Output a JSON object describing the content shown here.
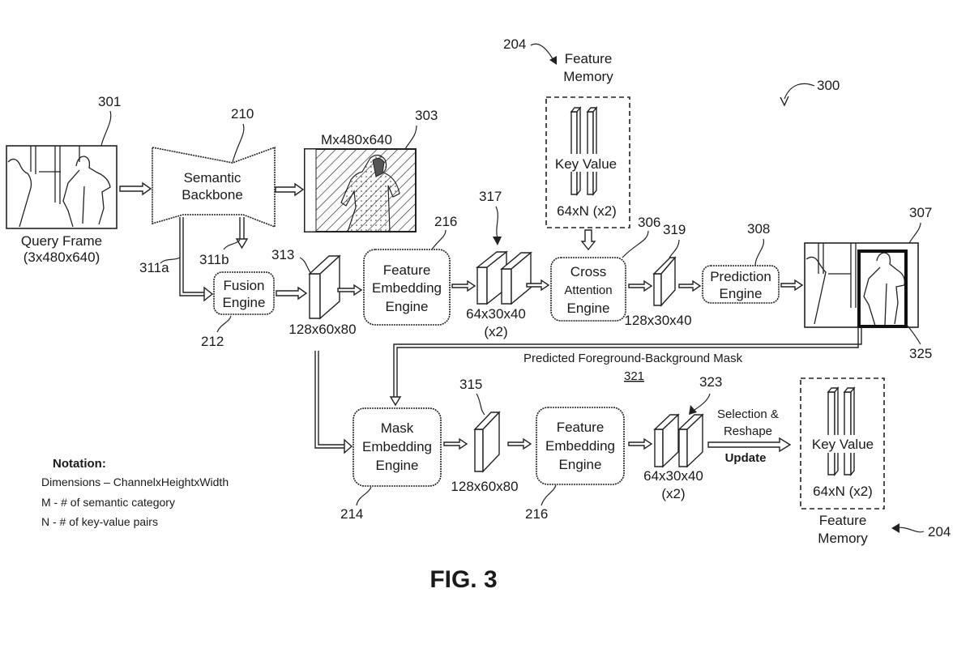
{
  "figure": {
    "title": "FIG. 3",
    "system_ref": "300"
  },
  "query_frame": {
    "ref": "301",
    "label": "Query Frame",
    "dims": "(3x480x640)"
  },
  "semantic_backbone": {
    "ref": "210",
    "line1": "Semantic",
    "line2": "Backbone"
  },
  "semantic_map": {
    "ref": "303",
    "dims": "Mx480x640"
  },
  "fusion_engine": {
    "ref": "212",
    "line1": "Fusion",
    "line2": "Engine",
    "input_a_ref": "311a",
    "input_b_ref": "311b"
  },
  "fused_feature": {
    "ref": "313",
    "dims": "128x60x80"
  },
  "feature_embedding_top": {
    "ref": "216",
    "line1": "Feature",
    "line2": "Embedding",
    "line3": "Engine"
  },
  "query_key_value": {
    "ref": "317",
    "dims": "64x30x40",
    "count": "(x2)"
  },
  "feature_memory_top": {
    "ref": "204",
    "title1": "Feature",
    "title2": "Memory",
    "kv_label": "Key Value",
    "dims": "64xN (x2)"
  },
  "cross_attention": {
    "ref": "306",
    "line1": "Cross",
    "line2": "Attention",
    "line3": "Engine"
  },
  "attended_feature": {
    "ref": "319",
    "dims": "128x30x40"
  },
  "prediction_engine": {
    "ref": "308",
    "line1": "Prediction",
    "line2": "Engine"
  },
  "output_frame": {
    "ref": "307",
    "box_ref": "325"
  },
  "predicted_mask": {
    "label": "Predicted Foreground-Background Mask",
    "ref": "321"
  },
  "mask_embedding": {
    "ref": "214",
    "line1": "Mask",
    "line2": "Embedding",
    "line3": "Engine"
  },
  "mask_feature": {
    "ref": "315",
    "dims": "128x60x80"
  },
  "feature_embedding_bottom": {
    "ref": "216",
    "line1": "Feature",
    "line2": "Embedding",
    "line3": "Engine"
  },
  "memory_key_value": {
    "ref": "323",
    "dims": "64x30x40",
    "count": "(x2)"
  },
  "update_step": {
    "line1": "Selection &",
    "line2": "Reshape",
    "line3": "Update"
  },
  "feature_memory_bottom": {
    "ref": "204",
    "title1": "Feature",
    "title2": "Memory",
    "kv_label": "Key Value",
    "dims": "64xN (x2)"
  },
  "notation": {
    "title": "Notation:",
    "lines": [
      "Dimensions – ChannelxHeightxWidth",
      "M - # of semantic category",
      "N - # of key-value pairs"
    ]
  }
}
